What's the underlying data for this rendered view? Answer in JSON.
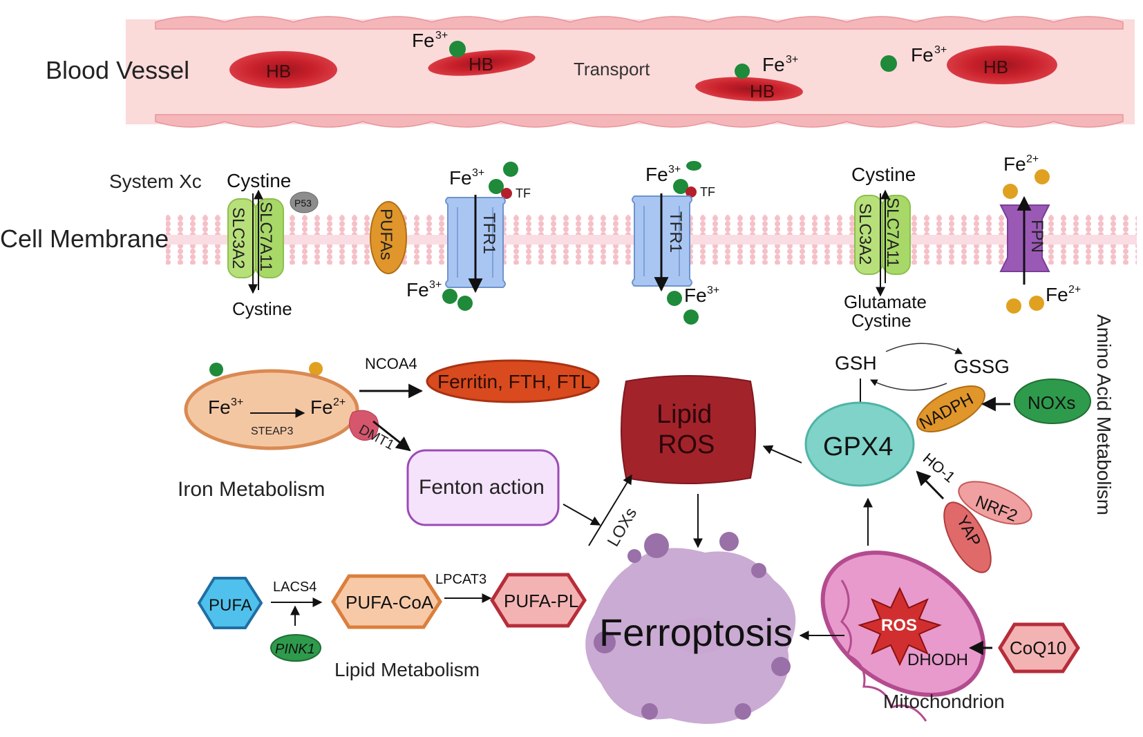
{
  "blood_vessel": {
    "label": "Blood Vessel",
    "transport": "Transport",
    "hb": [
      "HB",
      "HB",
      "HB",
      "HB"
    ],
    "fe3": [
      "Fe",
      "Fe",
      "Fe"
    ],
    "fe3_sup": "3+"
  },
  "membrane": {
    "label": "Cell Membrane",
    "system_xc": "System Xc",
    "left_transporter": {
      "top": "Cystine",
      "bottom": "Cystine",
      "a": "SLC3A2",
      "b": "SLC7A11",
      "p53": "P53"
    },
    "pufas": "PUFAs",
    "tfr1_a": {
      "label": "TFR1",
      "top_fe": "Fe",
      "sup": "3+",
      "tf": "TF",
      "bottom_fe": "Fe"
    },
    "tfr1_b": {
      "label": "TFR1",
      "top_fe": "Fe",
      "sup": "3+",
      "tf": "TF",
      "bottom_fe": "Fe"
    },
    "right_transporter": {
      "top": "Cystine",
      "bottom1": "Glutamate",
      "bottom2": "Cystine",
      "a": "SLC3A2",
      "b": "SLC7A11"
    },
    "fpn": {
      "label": "FPN",
      "top_fe": "Fe",
      "bottom_fe": "Fe",
      "sup": "2+"
    }
  },
  "iron": {
    "fe3": "Fe",
    "fe3_sup": "3+",
    "fe2": "Fe",
    "fe2_sup": "2+",
    "steap3": "STEAP3",
    "dmt1": "DMT1",
    "ncoa4": "NCOA4",
    "ferritin": "Ferritin, FTH, FTL",
    "fenton": "Fenton action",
    "label": "Iron Metabolism"
  },
  "lipid_ros": {
    "line1": "Lipid",
    "line2": "ROS"
  },
  "loxs": "LOXs",
  "ferroptosis": "Ferroptosis",
  "lipid_metabolism": {
    "pufa": "PUFA",
    "lacs4": "LACS4",
    "pink1": "PINK1",
    "pufa_coa": "PUFA-CoA",
    "lpcat3": "LPCAT3",
    "pufa_pl": "PUFA-PL",
    "label": "Lipid Metabolism"
  },
  "amino": {
    "gsh": "GSH",
    "gssg": "GSSG",
    "gpx4": "GPX4",
    "nadph": "NADPH",
    "noxs": "NOXs",
    "ho1": "HO-1",
    "nrf2": "NRF2",
    "yap": "YAP",
    "label": "Amino Acid Metabolism"
  },
  "mito": {
    "ros": "ROS",
    "dhodh": "DHODH",
    "label": "Mitochondrion",
    "coq10": "CoQ10"
  },
  "colors": {
    "vessel": "#f9d3d3",
    "rbc": "#c8202b",
    "iron3": "#1e8a3a",
    "iron2": "#e0a020",
    "membrane": "#f6c9cf",
    "slc": "#b8e07a",
    "tfr1": "#a9c6f3",
    "fpn": "#9b59b6",
    "lipid_ros": "#a3232b",
    "gpx4": "#7fd3c8",
    "ferroptosis": "#9a70a8"
  }
}
